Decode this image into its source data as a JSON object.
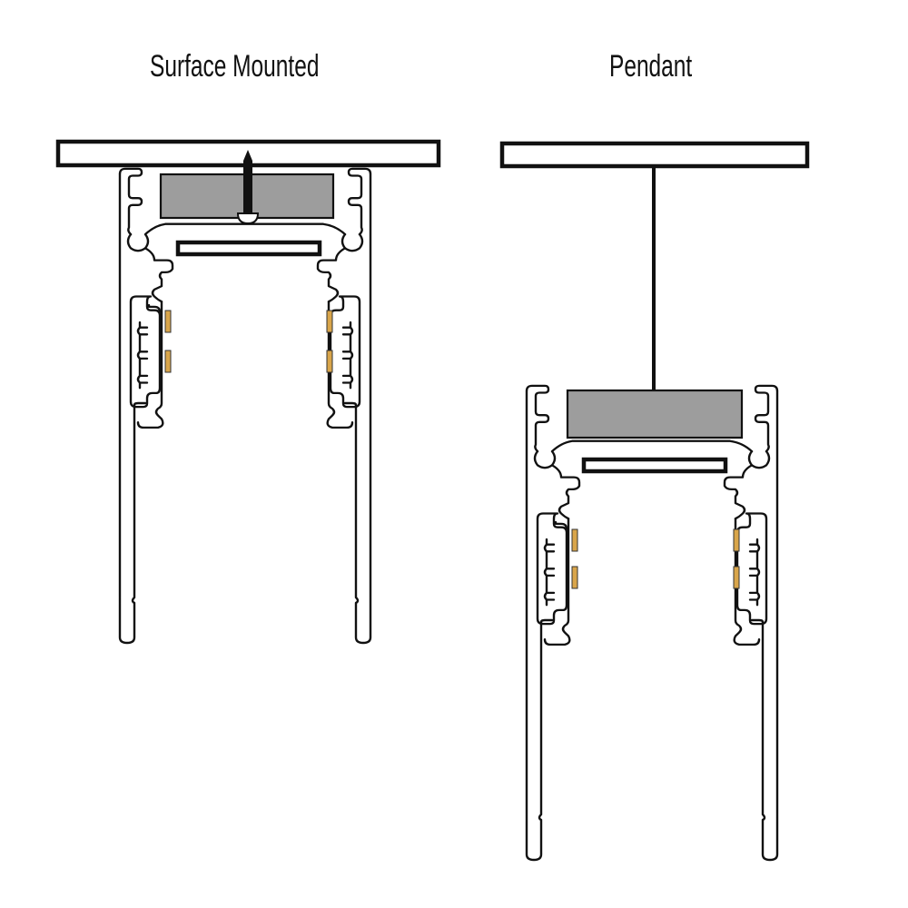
{
  "diagrams": [
    {
      "id": "surface",
      "title": "Surface Mounted",
      "mount": "screw",
      "components": [
        "ceiling-plate",
        "screw",
        "driver-box",
        "track-profile",
        "copper-contacts"
      ]
    },
    {
      "id": "pendant",
      "title": "Pendant",
      "mount": "suspension-wire",
      "components": [
        "ceiling-plate",
        "suspension-wire",
        "driver-box",
        "track-profile",
        "copper-contacts"
      ]
    }
  ],
  "colors": {
    "outline": "#111111",
    "driver_fill": "#9d9d9d",
    "contact_fill": "#d9a54a",
    "background": "#ffffff"
  }
}
